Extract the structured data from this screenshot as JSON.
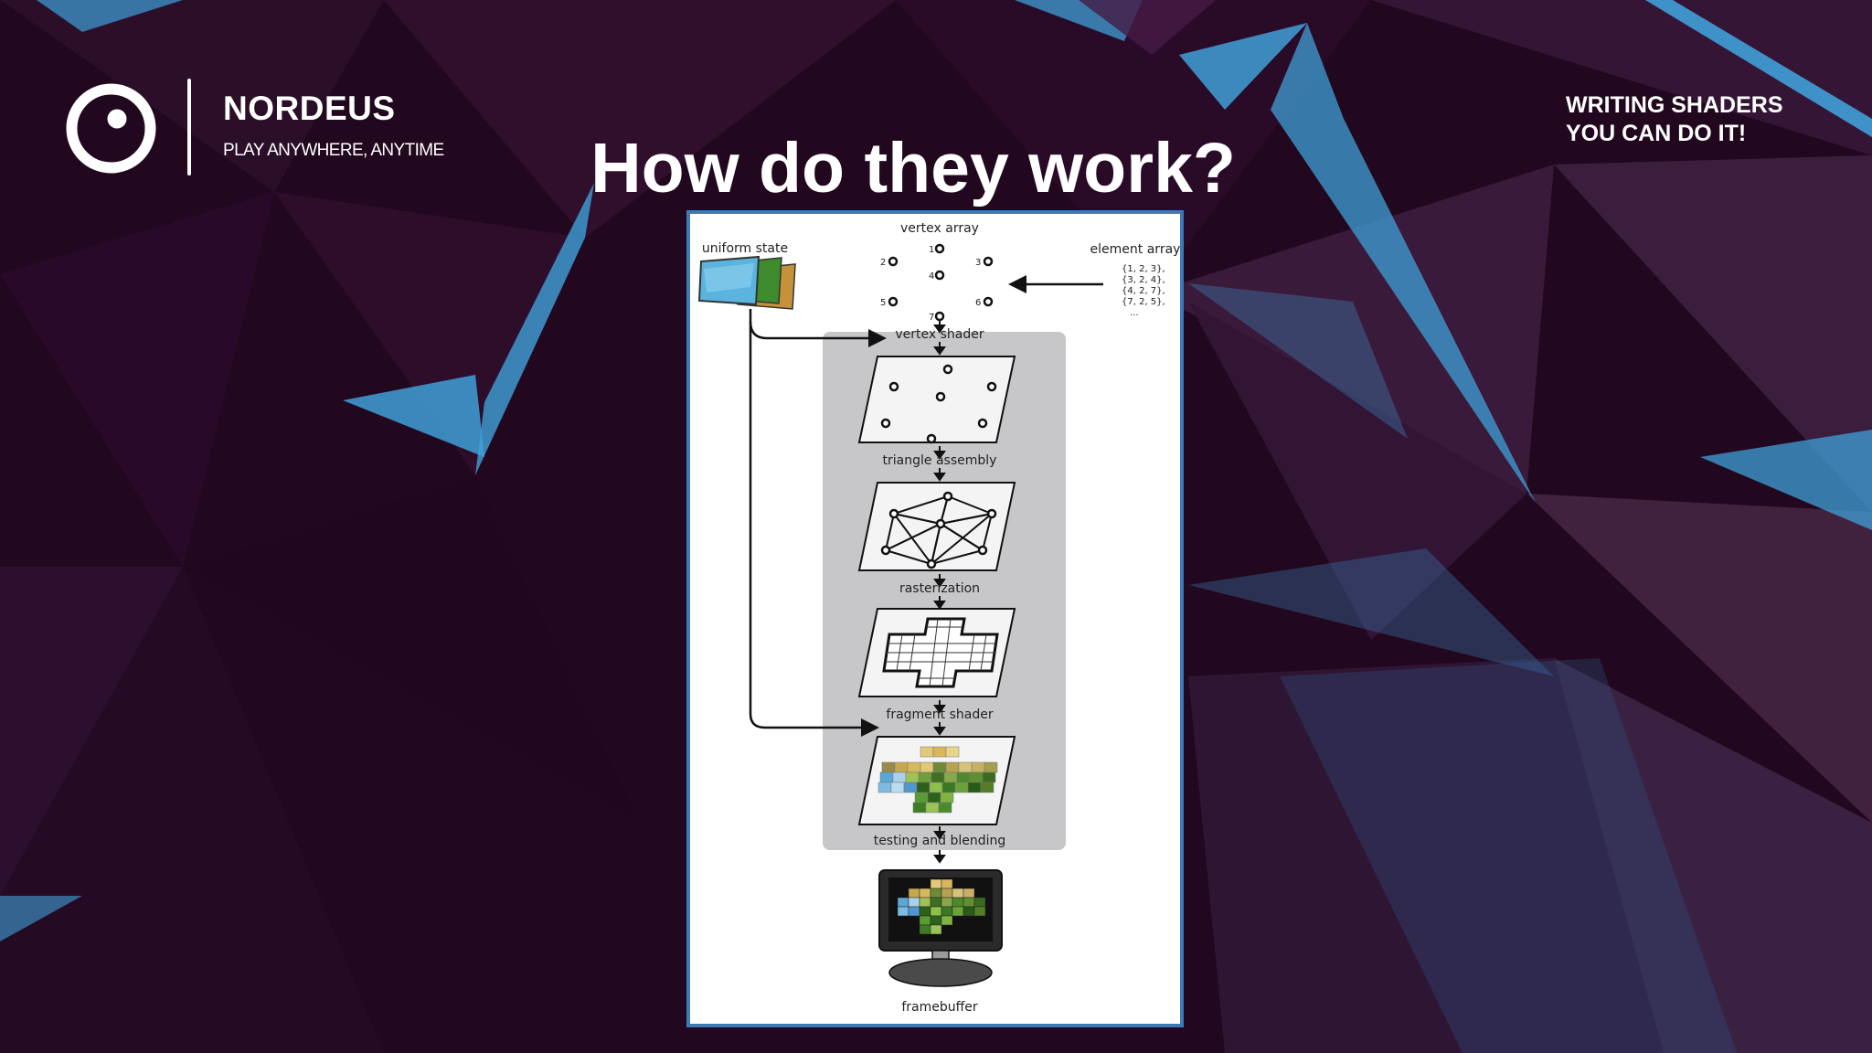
{
  "brand": {
    "name": "NORDEUS",
    "tagline": "PLAY ANYWHERE, ANYTIME"
  },
  "talk": {
    "title_line1": "WRITING SHADERS",
    "title_line2": "YOU CAN DO IT!"
  },
  "slide": {
    "title": "How do they work?"
  },
  "diagram": {
    "uniform_state": "uniform state",
    "vertex_array": "vertex array",
    "element_array": "element array",
    "element_array_values": [
      "{1, 2, 3},",
      "{3, 2, 4},",
      "{4, 2, 7},",
      "{7, 2, 5},",
      "..."
    ],
    "vertex_numbers": [
      "1",
      "2",
      "3",
      "4",
      "5",
      "6",
      "7"
    ],
    "stages": {
      "vertex_shader": "vertex shader",
      "triangle_assembly": "triangle assembly",
      "rasterization": "rasterization",
      "fragment_shader": "fragment shader",
      "testing_blending": "testing and blending",
      "framebuffer": "framebuffer"
    }
  },
  "colors": {
    "background": "#22081e",
    "accent_blue": "#3fa0d8",
    "frame_border": "#3e7ab5",
    "pipeline_panel": "#c7c6c8"
  }
}
